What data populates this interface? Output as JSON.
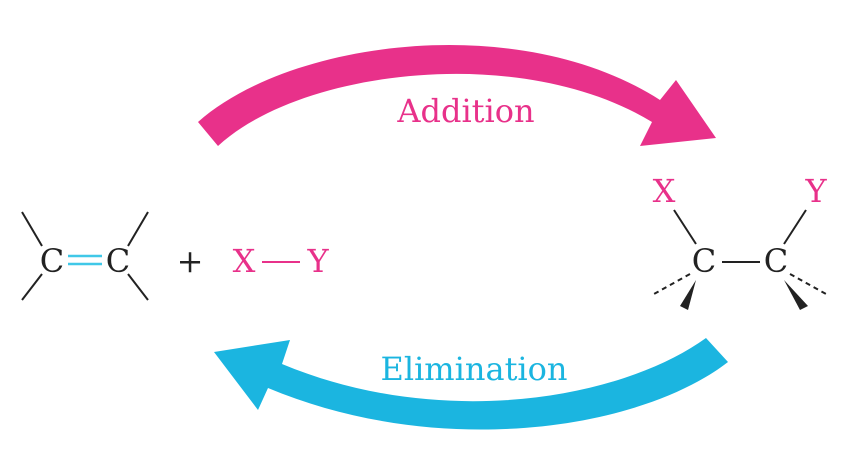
{
  "arrows": {
    "addition": {
      "label": "Addition",
      "color": "#e8318a"
    },
    "elimination": {
      "label": "Elimination",
      "color": "#1bb5e0"
    }
  },
  "reactants": {
    "alkene": {
      "left_atom": "C",
      "right_atom": "C",
      "double_bond_color": "#40c8e8"
    },
    "plus": "+",
    "reagent": {
      "x": "X",
      "y": "Y",
      "color": "#e8318a"
    }
  },
  "product": {
    "left_atom": "C",
    "right_atom": "C",
    "substituent_left": "X",
    "substituent_right": "Y",
    "substituent_color": "#e8318a"
  },
  "colors": {
    "bond": "#222222",
    "atom_text": "#222222"
  }
}
